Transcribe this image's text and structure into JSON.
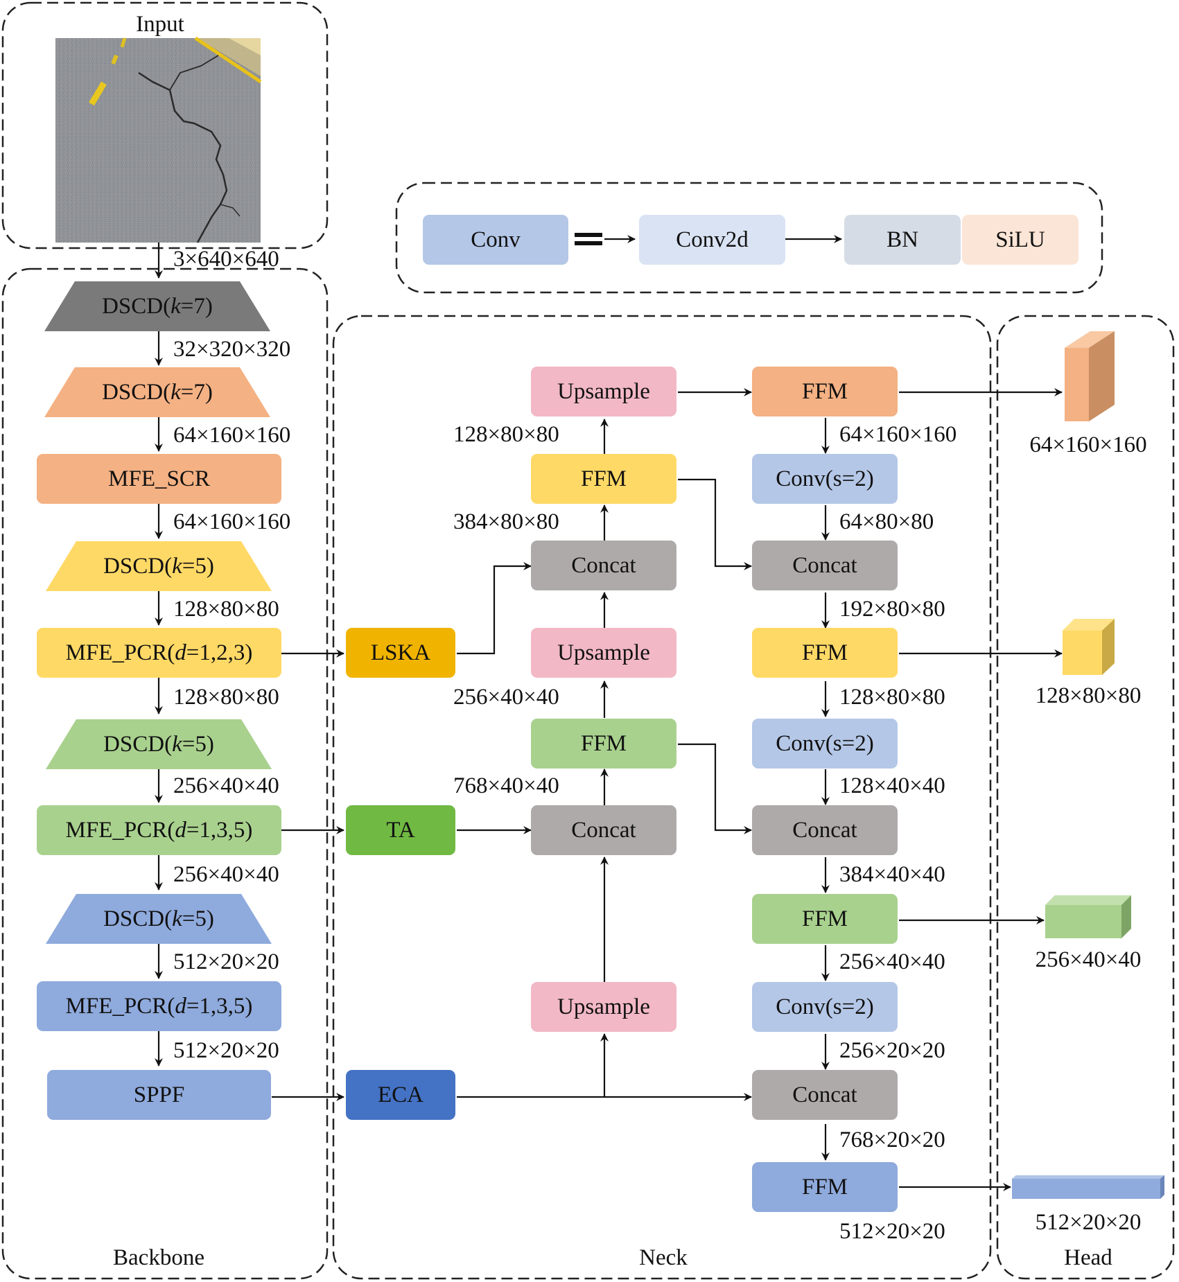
{
  "regions": {
    "input": "Input",
    "backbone": "Backbone",
    "neck": "Neck",
    "head": "Head"
  },
  "legend": {
    "conv": "Conv",
    "equals": "=",
    "conv2d": "Conv2d",
    "bn": "BN",
    "silu": "SiLU"
  },
  "backbone": {
    "input_dim": "3×640×640",
    "dscd1": {
      "label": "DSCD",
      "paren_open": "(",
      "k": "k",
      "val": "=7)"
    },
    "dim1": "32×320×320",
    "dscd2": {
      "label": "DSCD",
      "paren_open": "(",
      "k": "k",
      "val": "=7)"
    },
    "dim2": "64×160×160",
    "mfe_scr": "MFE_SCR",
    "dim3": "64×160×160",
    "dscd3": {
      "label": "DSCD",
      "paren_open": "(",
      "k": "k",
      "val": "=5)"
    },
    "dim4": "128×80×80",
    "mfe_pcr1": {
      "label": "MFE_PCR(",
      "d": "d",
      "val": "=1,2,3)"
    },
    "dim5": "128×80×80",
    "dscd4": {
      "label": "DSCD",
      "paren_open": "(",
      "k": "k",
      "val": "=5)"
    },
    "dim6": "256×40×40",
    "mfe_pcr2": {
      "label": "MFE_PCR",
      "paren_open": "(",
      "d": "d",
      "val": "=1,3,5)"
    },
    "dim7": "256×40×40",
    "dscd5": {
      "label": "DSCD",
      "paren_open": "(",
      "k": "k",
      "val": "=5)"
    },
    "dim8": "512×20×20",
    "mfe_pcr3": {
      "label": "MFE_PCR",
      "paren_open": "(",
      "d": "d",
      "val": "=1,3,5)"
    },
    "dim9": "512×20×20",
    "sppf": "SPPF"
  },
  "neck": {
    "lska": "LSKA",
    "ta": "TA",
    "eca": "ECA",
    "col1": {
      "upsample_top": "Upsample",
      "dim_a": "128×80×80",
      "ffm_yellow": "FFM",
      "dim_b": "384×80×80",
      "concat_top": "Concat",
      "upsample_mid": "Upsample",
      "dim_c": "256×40×40",
      "ffm_green": "FFM",
      "dim_d": "768×40×40",
      "concat_mid": "Concat",
      "upsample_bot": "Upsample"
    },
    "col2": {
      "ffm_orange": "FFM",
      "dim_a": "64×160×160",
      "conv1": "Conv(s=2)",
      "dim_b": "64×80×80",
      "concat1": "Concat",
      "dim_c": "192×80×80",
      "ffm_yellow": "FFM",
      "dim_d": "128×80×80",
      "conv2": "Conv(s=2)",
      "dim_e": "128×40×40",
      "concat2": "Concat",
      "dim_f": "384×40×40",
      "ffm_green": "FFM",
      "dim_g": "256×40×40",
      "conv3": "Conv(s=2)",
      "dim_h": "256×20×20",
      "concat3": "Concat",
      "dim_i": "768×20×20",
      "ffm_blue": "FFM",
      "dim_j": "512×20×20"
    }
  },
  "head": {
    "out1": "64×160×160",
    "out2": "128×80×80",
    "out3": "256×40×40",
    "out4": "512×20×20"
  },
  "colors": {
    "gray_dark": "#7a7a7a",
    "orange": "#f4b183",
    "yellow": "#ffd966",
    "green_light": "#a9d18e",
    "blue_mid": "#8faadc",
    "lska": "#f0b400",
    "ta": "#70b943",
    "eca": "#4472c4",
    "pink": "#f2b8c6",
    "gray": "#aeaaaa",
    "conv_blue": "#b4c7e7",
    "conv2d": "#dae3f3",
    "bn": "#d6dce5",
    "silu": "#fbe5d6"
  },
  "icons": {
    "input_image": "road-crack-photo"
  }
}
